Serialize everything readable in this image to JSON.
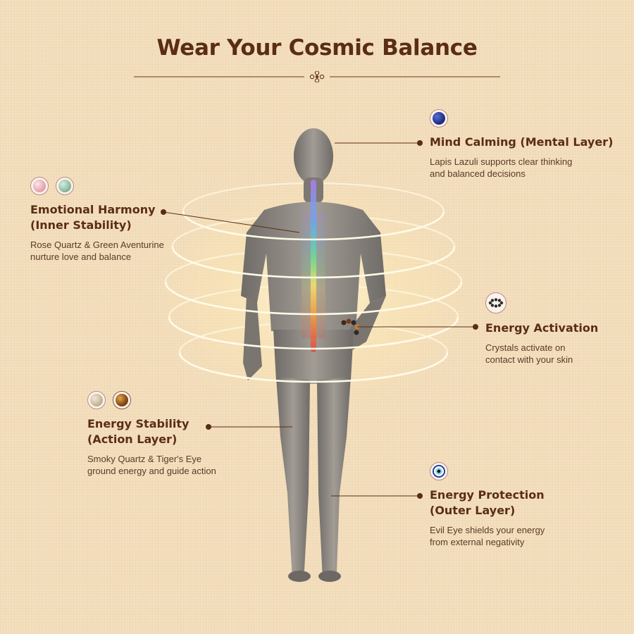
{
  "title": "Wear Your Cosmic Balance",
  "callouts": {
    "mind": {
      "heading": "Mind Calming (Mental Layer)",
      "text_line1": "Lapis Lazuli supports clear thinking",
      "text_line2": "and balanced decisions",
      "stones": [
        "lapis-lazuli"
      ]
    },
    "emotional": {
      "heading_line1": "Emotional Harmony",
      "heading_line2": "(Inner Stability)",
      "text_line1": "Rose Quartz & Green Aventurine",
      "text_line2": "nurture love and balance",
      "stones": [
        "rose-quartz",
        "green-aventurine"
      ]
    },
    "activation": {
      "heading": "Energy Activation",
      "text_line1": "Crystals activate on",
      "text_line2": "contact with your skin",
      "stones": [
        "bracelet"
      ]
    },
    "stability": {
      "heading_line1": "Energy Stability",
      "heading_line2": "(Action Layer)",
      "text_line1": "Smoky Quartz & Tiger's Eye",
      "text_line2": "ground energy and guide action",
      "stones": [
        "smoky-quartz",
        "tigers-eye"
      ]
    },
    "protection": {
      "heading_line1": "Energy Protection",
      "heading_line2": "(Outer Layer)",
      "text_line1": "Evil Eye shields your energy",
      "text_line2": "from external negativity",
      "stones": [
        "evil-eye"
      ]
    }
  },
  "colors": {
    "background": "#f4dfbe",
    "heading": "#5a2d14",
    "body_text": "#5a3a26",
    "leader_line": "#5a2d14"
  }
}
